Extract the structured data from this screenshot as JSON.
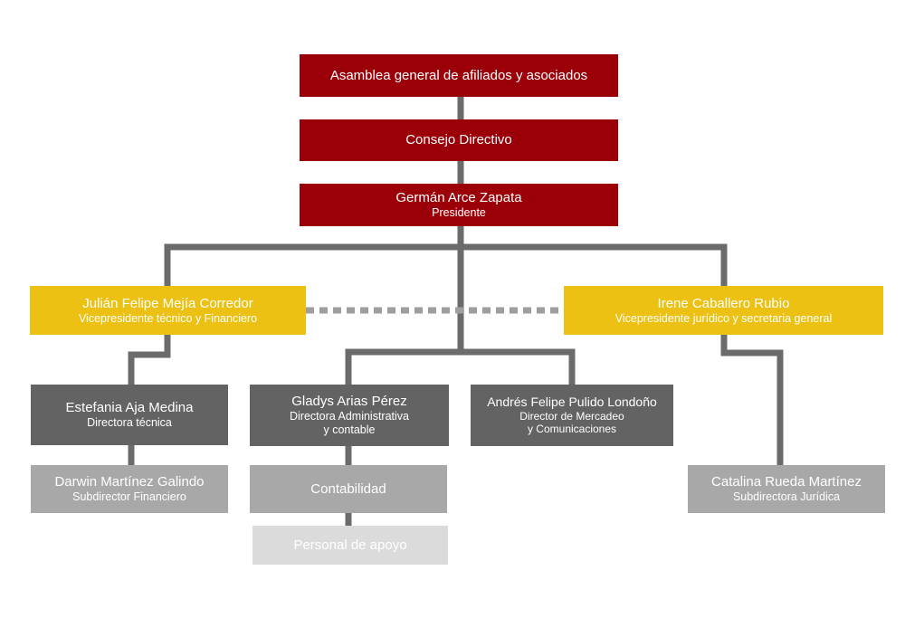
{
  "colors": {
    "top_level": "#9b0009",
    "vice_level": "#ecc113",
    "director_level": "#636363",
    "sub_level": "#a8a8a8",
    "support_level": "#dbdbdb",
    "connector": "#6b6b6b"
  },
  "org": {
    "asamblea": {
      "name": "Asamblea general de afiliados y asociados"
    },
    "consejo": {
      "name": "Consejo Directivo"
    },
    "presidente": {
      "name": "Germán Arce Zapata",
      "role": "Presidente"
    },
    "vp_tecnico": {
      "name": "Julián Felipe Mejía Corredor",
      "role": "Vicepresidente técnico y Financiero"
    },
    "vp_juridico": {
      "name": "Irene Caballero Rubio",
      "role": "Vicepresidente jurídico y secretaria general"
    },
    "dir_tecnica": {
      "name": "Estefania Aja Medina",
      "role": "Directora técnica"
    },
    "dir_administrativa": {
      "name": "Gladys Arias Pérez",
      "role_line1": "Directora Administrativa",
      "role_line2": "y contable"
    },
    "dir_mercadeo": {
      "name": "Andrés Felipe Pulido Londoño",
      "role_line1": "Director de Mercadeo",
      "role_line2": "y Comunicaciones"
    },
    "sub_financiero": {
      "name": "Darwin Martínez Galindo",
      "role": "Subdirector Financiero"
    },
    "contabilidad": {
      "name": "Contabilidad"
    },
    "sub_juridica": {
      "name": "Catalina Rueda Martínez",
      "role": "Subdirectora Jurídica"
    },
    "personal_apoyo": {
      "name": "Personal de apoyo"
    }
  }
}
